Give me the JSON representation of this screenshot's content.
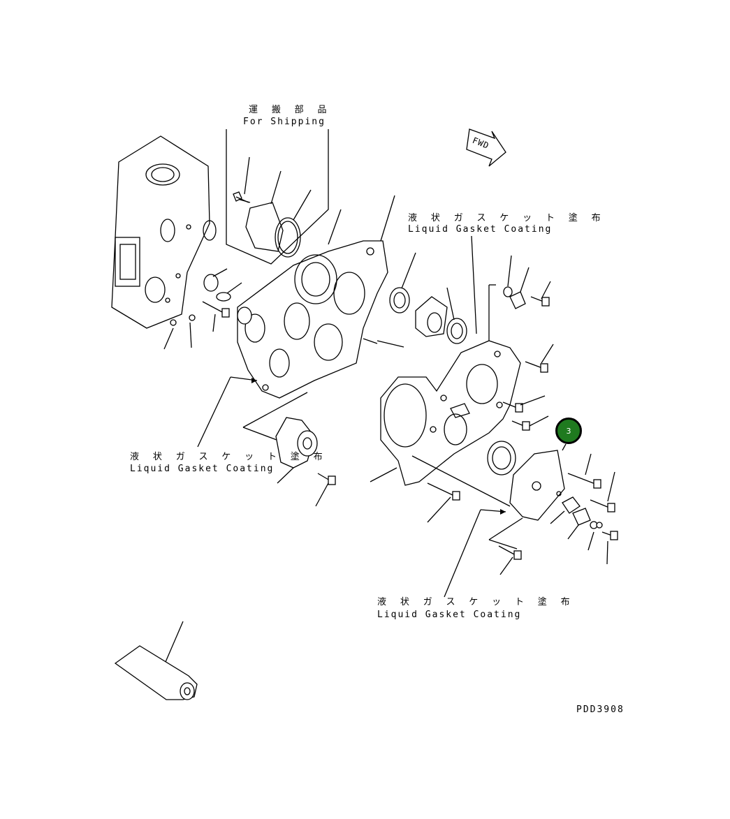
{
  "labels": {
    "shipping_jp": "運 搬 部 品",
    "shipping_en": "For Shipping",
    "gasket_jp": "液 状 ガ ス ケ ッ ト 塗 布",
    "gasket_en": "Liquid Gasket Coating",
    "fwd": "FWD",
    "drawing_no": "PDD3908"
  },
  "callouts": [
    {
      "number": "3"
    }
  ],
  "colors": {
    "callout_fill": "#1f7a1f",
    "line": "#000000",
    "background": "#ffffff"
  }
}
